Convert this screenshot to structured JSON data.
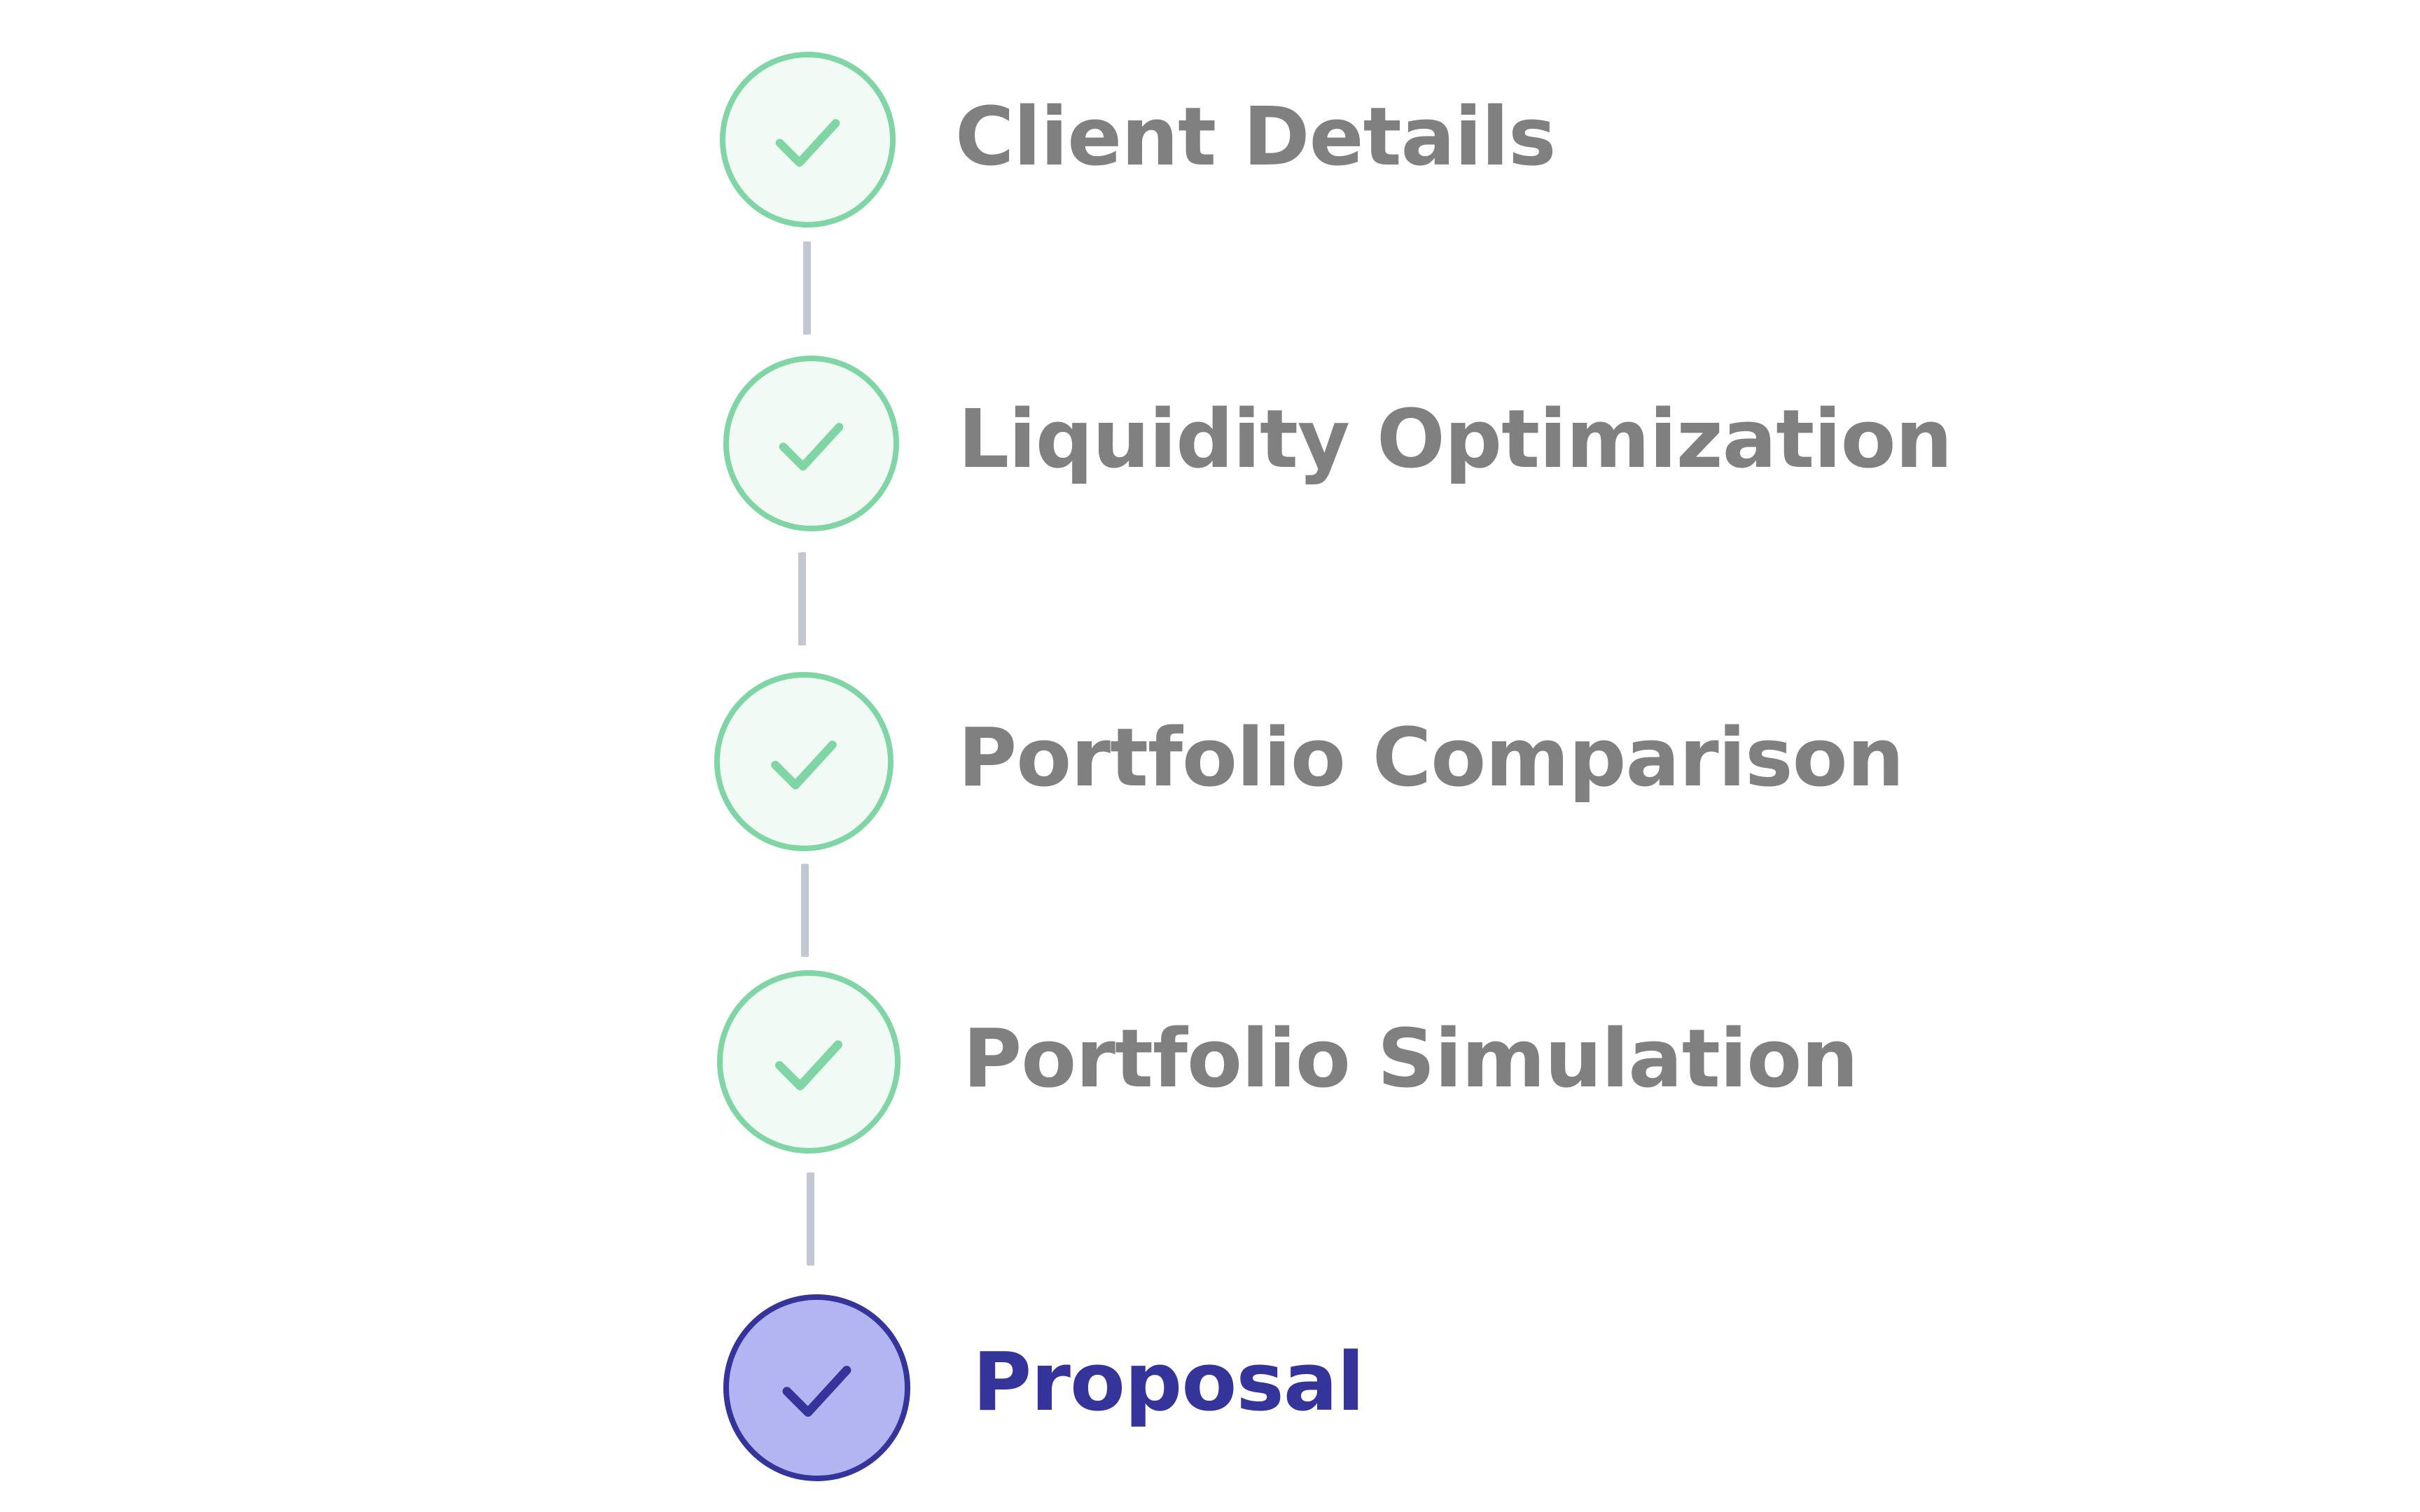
{
  "stepper": {
    "steps": [
      {
        "label": "Client Details",
        "status": "completed",
        "icon": "check-icon"
      },
      {
        "label": "Liquidity Optimization",
        "status": "completed",
        "icon": "check-icon"
      },
      {
        "label": "Portfolio Comparison",
        "status": "completed",
        "icon": "check-icon"
      },
      {
        "label": "Portfolio Simulation",
        "status": "completed",
        "icon": "check-icon"
      },
      {
        "label": "Proposal",
        "status": "active",
        "icon": "check-icon"
      }
    ]
  },
  "colors": {
    "completed_ring": "#7fd6a4",
    "completed_fill": "#f1faf5",
    "active_ring": "#34349a",
    "active_fill": "#b3b4f2",
    "label_default": "#808080",
    "label_active": "#34349a",
    "connector": "#c3c7d2"
  }
}
